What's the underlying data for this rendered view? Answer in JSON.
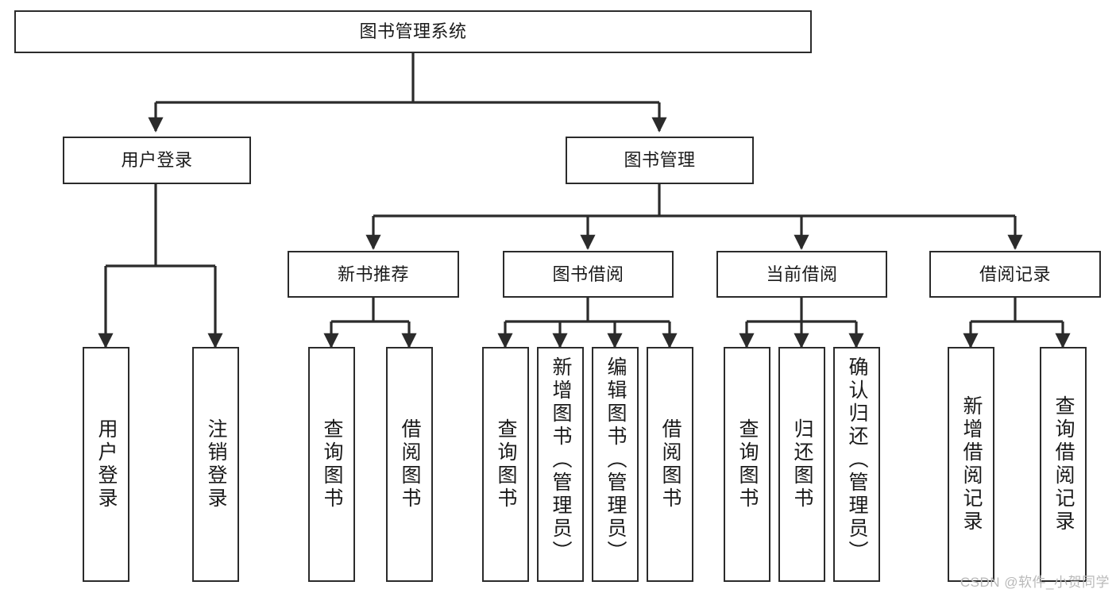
{
  "diagram": {
    "title": "图书管理系统",
    "type": "tree",
    "orientation": "top-down",
    "line_color": "#2b2b2b",
    "box_fill": "#ffffff",
    "text_color": "#1a1a1a",
    "watermark": "CSDN @软件_小贺同学",
    "watermark_color": "#b9b9b9"
  },
  "nodes": {
    "root": {
      "label": "图书管理系统",
      "level": 0
    },
    "level1": [
      {
        "id": "user-login",
        "label": "用户登录"
      },
      {
        "id": "book-manage",
        "label": "图书管理"
      }
    ],
    "level2": [
      {
        "id": "new-book-recommend",
        "label": "新书推荐",
        "parent": "book-manage"
      },
      {
        "id": "book-borrow",
        "label": "图书借阅",
        "parent": "book-manage"
      },
      {
        "id": "current-borrow",
        "label": "当前借阅",
        "parent": "book-manage"
      },
      {
        "id": "borrow-record",
        "label": "借阅记录",
        "parent": "book-manage"
      }
    ],
    "leaves": [
      {
        "id": "leaf-user-login",
        "label": "用户登录",
        "parent": "user-login"
      },
      {
        "id": "leaf-logout",
        "label": "注销登录",
        "parent": "user-login"
      },
      {
        "id": "leaf-query-book-1",
        "label": "查询图书",
        "parent": "new-book-recommend"
      },
      {
        "id": "leaf-borrow-book-1",
        "label": "借阅图书",
        "parent": "new-book-recommend"
      },
      {
        "id": "leaf-query-book-2",
        "label": "查询图书",
        "parent": "book-borrow"
      },
      {
        "id": "leaf-add-book",
        "label": "新增图书（管理员）",
        "parent": "book-borrow"
      },
      {
        "id": "leaf-edit-book",
        "label": "编辑图书（管理员）",
        "parent": "book-borrow"
      },
      {
        "id": "leaf-borrow-book-2",
        "label": "借阅图书",
        "parent": "book-borrow"
      },
      {
        "id": "leaf-query-book-3",
        "label": "查询图书",
        "parent": "current-borrow"
      },
      {
        "id": "leaf-return-book",
        "label": "归还图书",
        "parent": "current-borrow"
      },
      {
        "id": "leaf-confirm-return",
        "label": "确认归还（管理员）",
        "parent": "current-borrow"
      },
      {
        "id": "leaf-add-record",
        "label": "新增借阅记录",
        "parent": "borrow-record"
      },
      {
        "id": "leaf-query-record",
        "label": "查询借阅记录",
        "parent": "borrow-record"
      }
    ]
  }
}
